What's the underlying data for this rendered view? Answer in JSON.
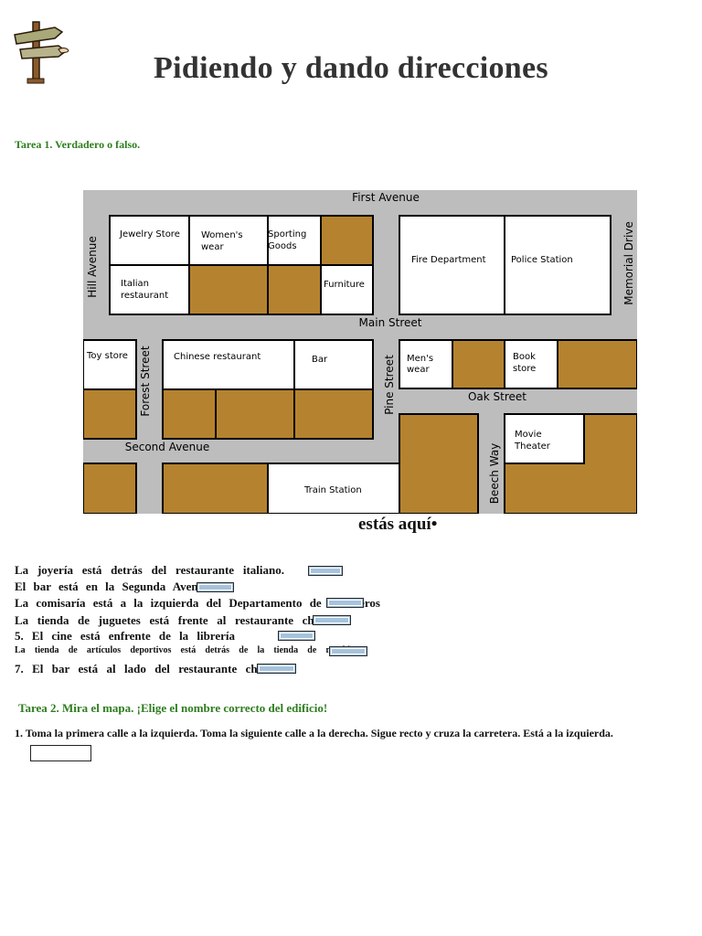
{
  "page": {
    "title": "Pidiendo y dando direcciones",
    "task1_title": "Tarea 1. Verdadero o falso.",
    "task2_title": "Tarea 2. Mira el mapa. ¡Elige el nombre correcto del edificio!",
    "you_are_here": "estás aquí•"
  },
  "map": {
    "streets": {
      "first_avenue": "First Avenue",
      "main_street": "Main Street",
      "oak_street": "Oak Street",
      "second_avenue": "Second Avenue",
      "hill_avenue": "Hill Avenue",
      "forest_street": "Forest Street",
      "pine_street": "Pine Street",
      "memorial_drive": "Memorial Drive",
      "beech_way": "Beech Way"
    },
    "buildings": {
      "jewelry_store": "Jewelry Store",
      "womens_wear_1": "Women's",
      "womens_wear_2": "wear",
      "sporting_goods_1": "Sporting",
      "sporting_goods_2": "Goods",
      "italian_1": "Italian",
      "italian_2": "restaurant",
      "furniture": "Furniture",
      "fire_department": "Fire Department",
      "police_station": "Police Station",
      "toy_store": "Toy store",
      "chinese_restaurant": "Chinese restaurant",
      "bar": "Bar",
      "mens_wear_1": "Men's",
      "mens_wear_2": "wear",
      "book_store_1": "Book",
      "book_store_2": "store",
      "movie_theater_1": "Movie",
      "movie_theater_2": "Theater",
      "train_station": "Train Station"
    },
    "colors": {
      "street": "#bdbdbd",
      "lot": "#b5832f",
      "building": "#ffffff",
      "outline": "#000000"
    }
  },
  "task1": {
    "statements": [
      "La joyería está detrás del restaurante italiano.",
      "El bar está en la Segunda Avenida",
      "La comisaría está a la izquierda del Departamento de Bomberos",
      "La tienda de juguetes está frente al restaurante chino",
      "5. El cine está enfrente de la librería",
      "La tienda de artículos deportivos está detrás de la tienda de muebles.",
      "7. El bar está al lado del restaurante chino"
    ],
    "answer_color": "#a6c3dc"
  },
  "task2": {
    "question1": "1. Toma la primera calle a la izquierda. Toma la siguiente calle a la derecha. Sigue recto y cruza la carretera. Está a la izquierda."
  }
}
